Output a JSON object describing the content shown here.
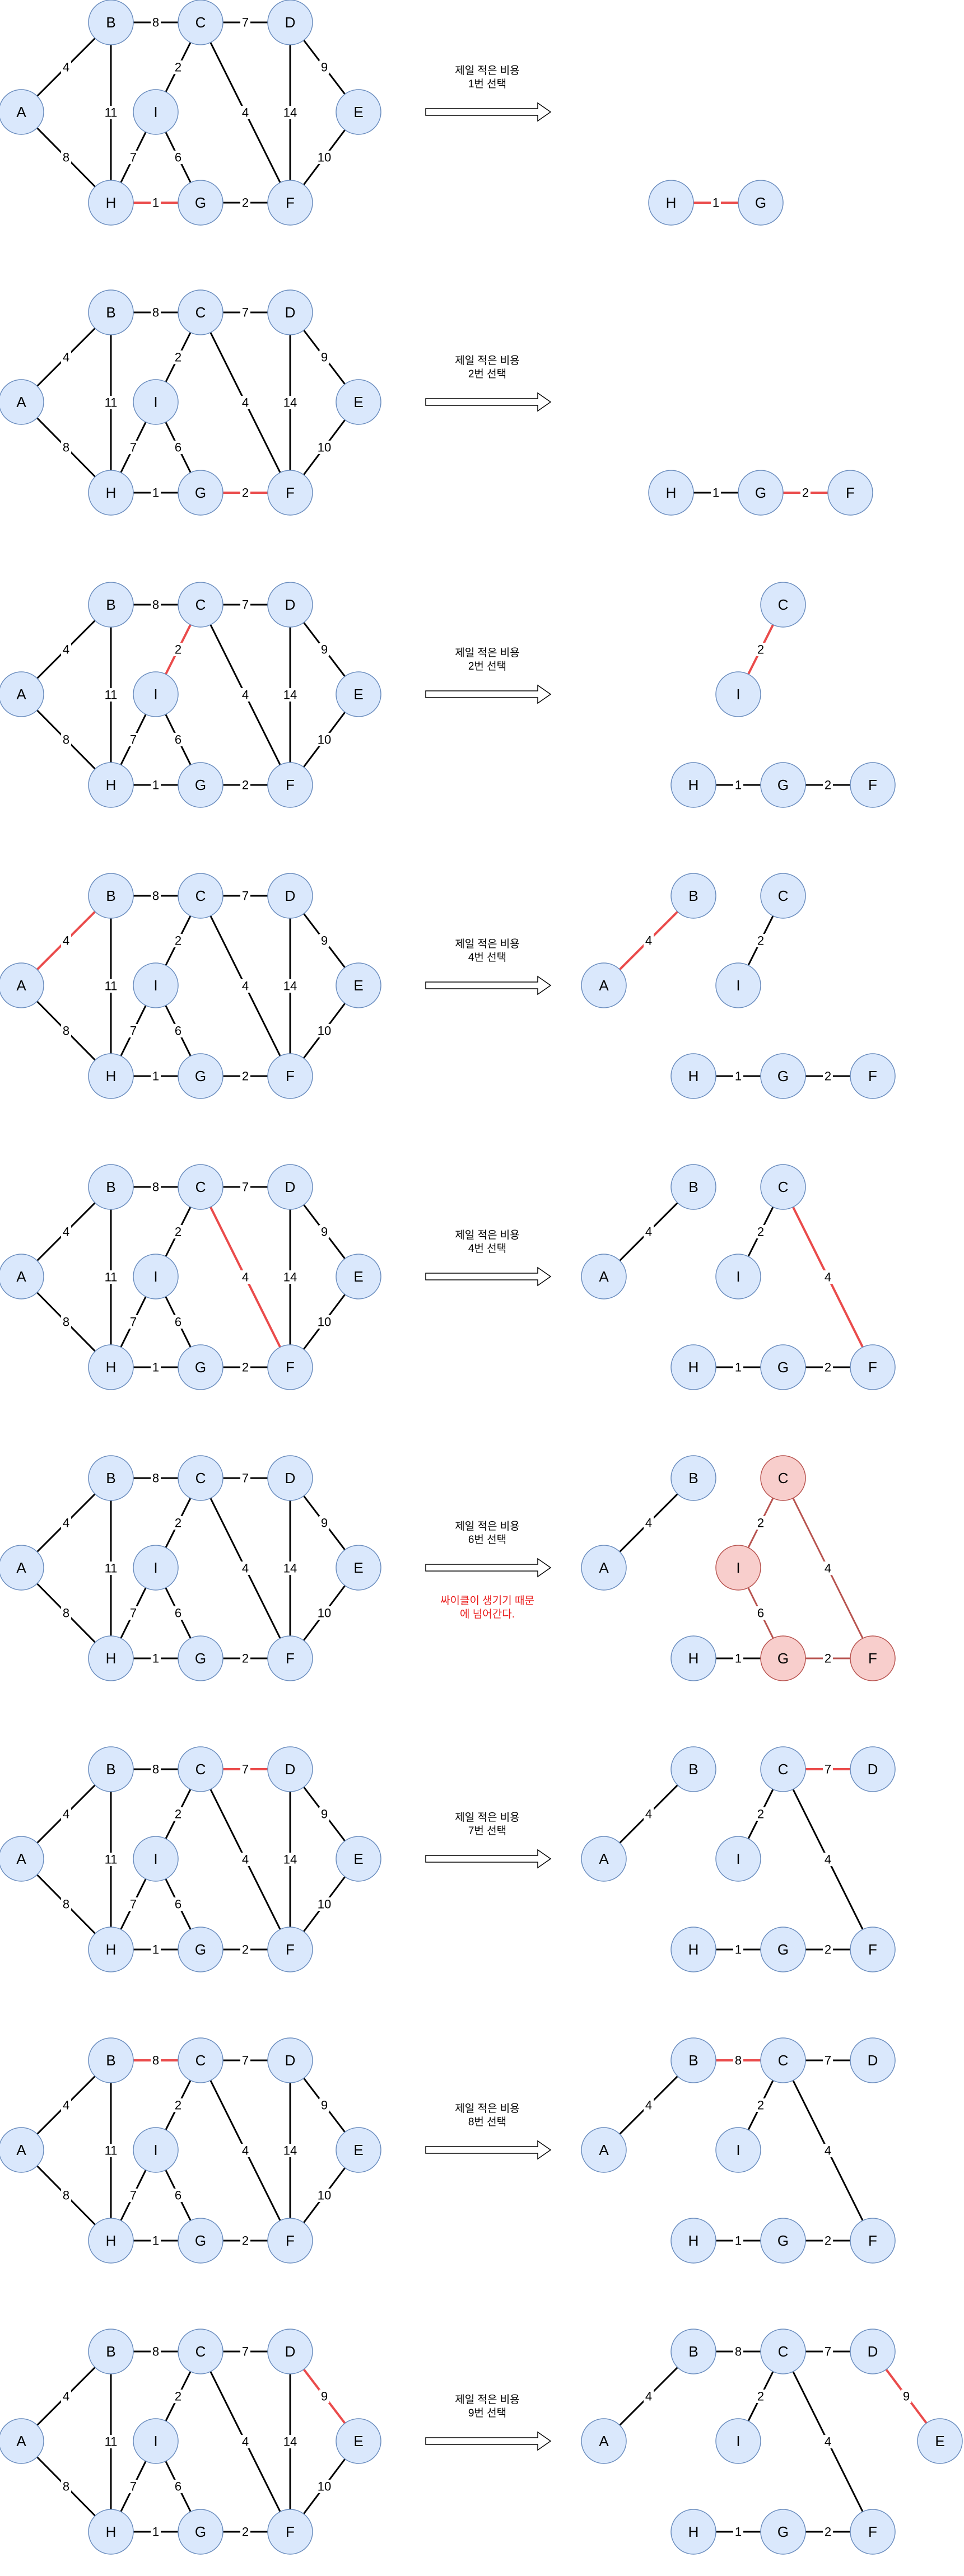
{
  "graph": {
    "nodes": [
      "A",
      "B",
      "C",
      "D",
      "E",
      "F",
      "G",
      "H",
      "I"
    ],
    "edges": [
      {
        "from": "A",
        "to": "B",
        "weight": "4"
      },
      {
        "from": "A",
        "to": "H",
        "weight": "8"
      },
      {
        "from": "B",
        "to": "C",
        "weight": "8"
      },
      {
        "from": "C",
        "to": "D",
        "weight": "7"
      },
      {
        "from": "D",
        "to": "E",
        "weight": "9"
      },
      {
        "from": "B",
        "to": "H",
        "weight": "11"
      },
      {
        "from": "C",
        "to": "I",
        "weight": "2"
      },
      {
        "from": "C",
        "to": "F",
        "weight": "4"
      },
      {
        "from": "D",
        "to": "F",
        "weight": "14"
      },
      {
        "from": "H",
        "to": "I",
        "weight": "7"
      },
      {
        "from": "I",
        "to": "G",
        "weight": "6"
      },
      {
        "from": "E",
        "to": "F",
        "weight": "10"
      },
      {
        "from": "H",
        "to": "G",
        "weight": "1"
      },
      {
        "from": "G",
        "to": "F",
        "weight": "2"
      }
    ]
  },
  "colors": {
    "node_fill": "#dae8fc",
    "node_stroke": "#6c8ebf",
    "highlight_node_fill": "#f8cecc",
    "highlight_node_stroke": "#b85450",
    "highlight_edge": "#ea4b4b",
    "cycle_edge": "#b85450",
    "note_text": "#ea1c1c"
  },
  "steps": [
    {
      "caption": [
        "제일 적은 비용",
        "1번 선택"
      ],
      "selected": [
        "H-G"
      ],
      "tree_nodes": [
        "H",
        "G"
      ],
      "tree_edges": [
        "H-G"
      ]
    },
    {
      "caption": [
        "제일 적은 비용",
        "2번 선택"
      ],
      "selected": [
        "G-F"
      ],
      "tree_nodes": [
        "H",
        "G",
        "F"
      ],
      "tree_edges": [
        "H-G",
        "G-F"
      ]
    },
    {
      "caption": [
        "제일 적은 비용",
        "2번 선택"
      ],
      "selected": [
        "C-I"
      ],
      "tree_nodes": [
        "C",
        "I",
        "H",
        "G",
        "F"
      ],
      "tree_edges": [
        "C-I",
        "H-G",
        "G-F"
      ]
    },
    {
      "caption": [
        "제일 적은 비용",
        "4번 선택"
      ],
      "selected": [
        "A-B"
      ],
      "tree_nodes": [
        "A",
        "B",
        "C",
        "I",
        "H",
        "G",
        "F"
      ],
      "tree_edges": [
        "A-B",
        "C-I",
        "H-G",
        "G-F"
      ]
    },
    {
      "caption": [
        "제일 적은 비용",
        "4번 선택"
      ],
      "selected": [
        "C-F"
      ],
      "tree_nodes": [
        "A",
        "B",
        "C",
        "I",
        "H",
        "G",
        "F"
      ],
      "tree_edges": [
        "A-B",
        "C-I",
        "C-F",
        "H-G",
        "G-F"
      ]
    },
    {
      "caption": [
        "제일 적은 비용",
        "6번 선택"
      ],
      "note": [
        "싸이클이 생기기 때문",
        "에 넘어간다."
      ],
      "selected": [],
      "tree_nodes": [
        "A",
        "B",
        "C",
        "I",
        "H",
        "G",
        "F"
      ],
      "tree_edges": [
        "A-B",
        "C-I",
        "C-F",
        "I-G",
        "H-G",
        "G-F"
      ],
      "cycle_nodes": [
        "C",
        "I",
        "G",
        "F"
      ],
      "cycle_edges": [
        "C-I",
        "C-F",
        "I-G",
        "G-F"
      ]
    },
    {
      "caption": [
        "제일 적은 비용",
        "7번 선택"
      ],
      "selected": [
        "C-D"
      ],
      "tree_nodes": [
        "A",
        "B",
        "C",
        "D",
        "I",
        "H",
        "G",
        "F"
      ],
      "tree_edges": [
        "A-B",
        "C-I",
        "C-D",
        "C-F",
        "H-G",
        "G-F"
      ]
    },
    {
      "caption": [
        "제일 적은 비용",
        "8번 선택"
      ],
      "selected": [
        "B-C"
      ],
      "tree_nodes": [
        "A",
        "B",
        "C",
        "D",
        "I",
        "H",
        "G",
        "F"
      ],
      "tree_edges": [
        "A-B",
        "B-C",
        "C-I",
        "C-D",
        "C-F",
        "H-G",
        "G-F"
      ]
    },
    {
      "caption": [
        "제일 적은 비용",
        "9번 선택"
      ],
      "selected": [
        "D-E"
      ],
      "tree_nodes": [
        "A",
        "B",
        "C",
        "D",
        "E",
        "I",
        "H",
        "G",
        "F"
      ],
      "tree_edges": [
        "A-B",
        "B-C",
        "C-I",
        "C-D",
        "D-E",
        "C-F",
        "H-G",
        "G-F"
      ]
    }
  ]
}
